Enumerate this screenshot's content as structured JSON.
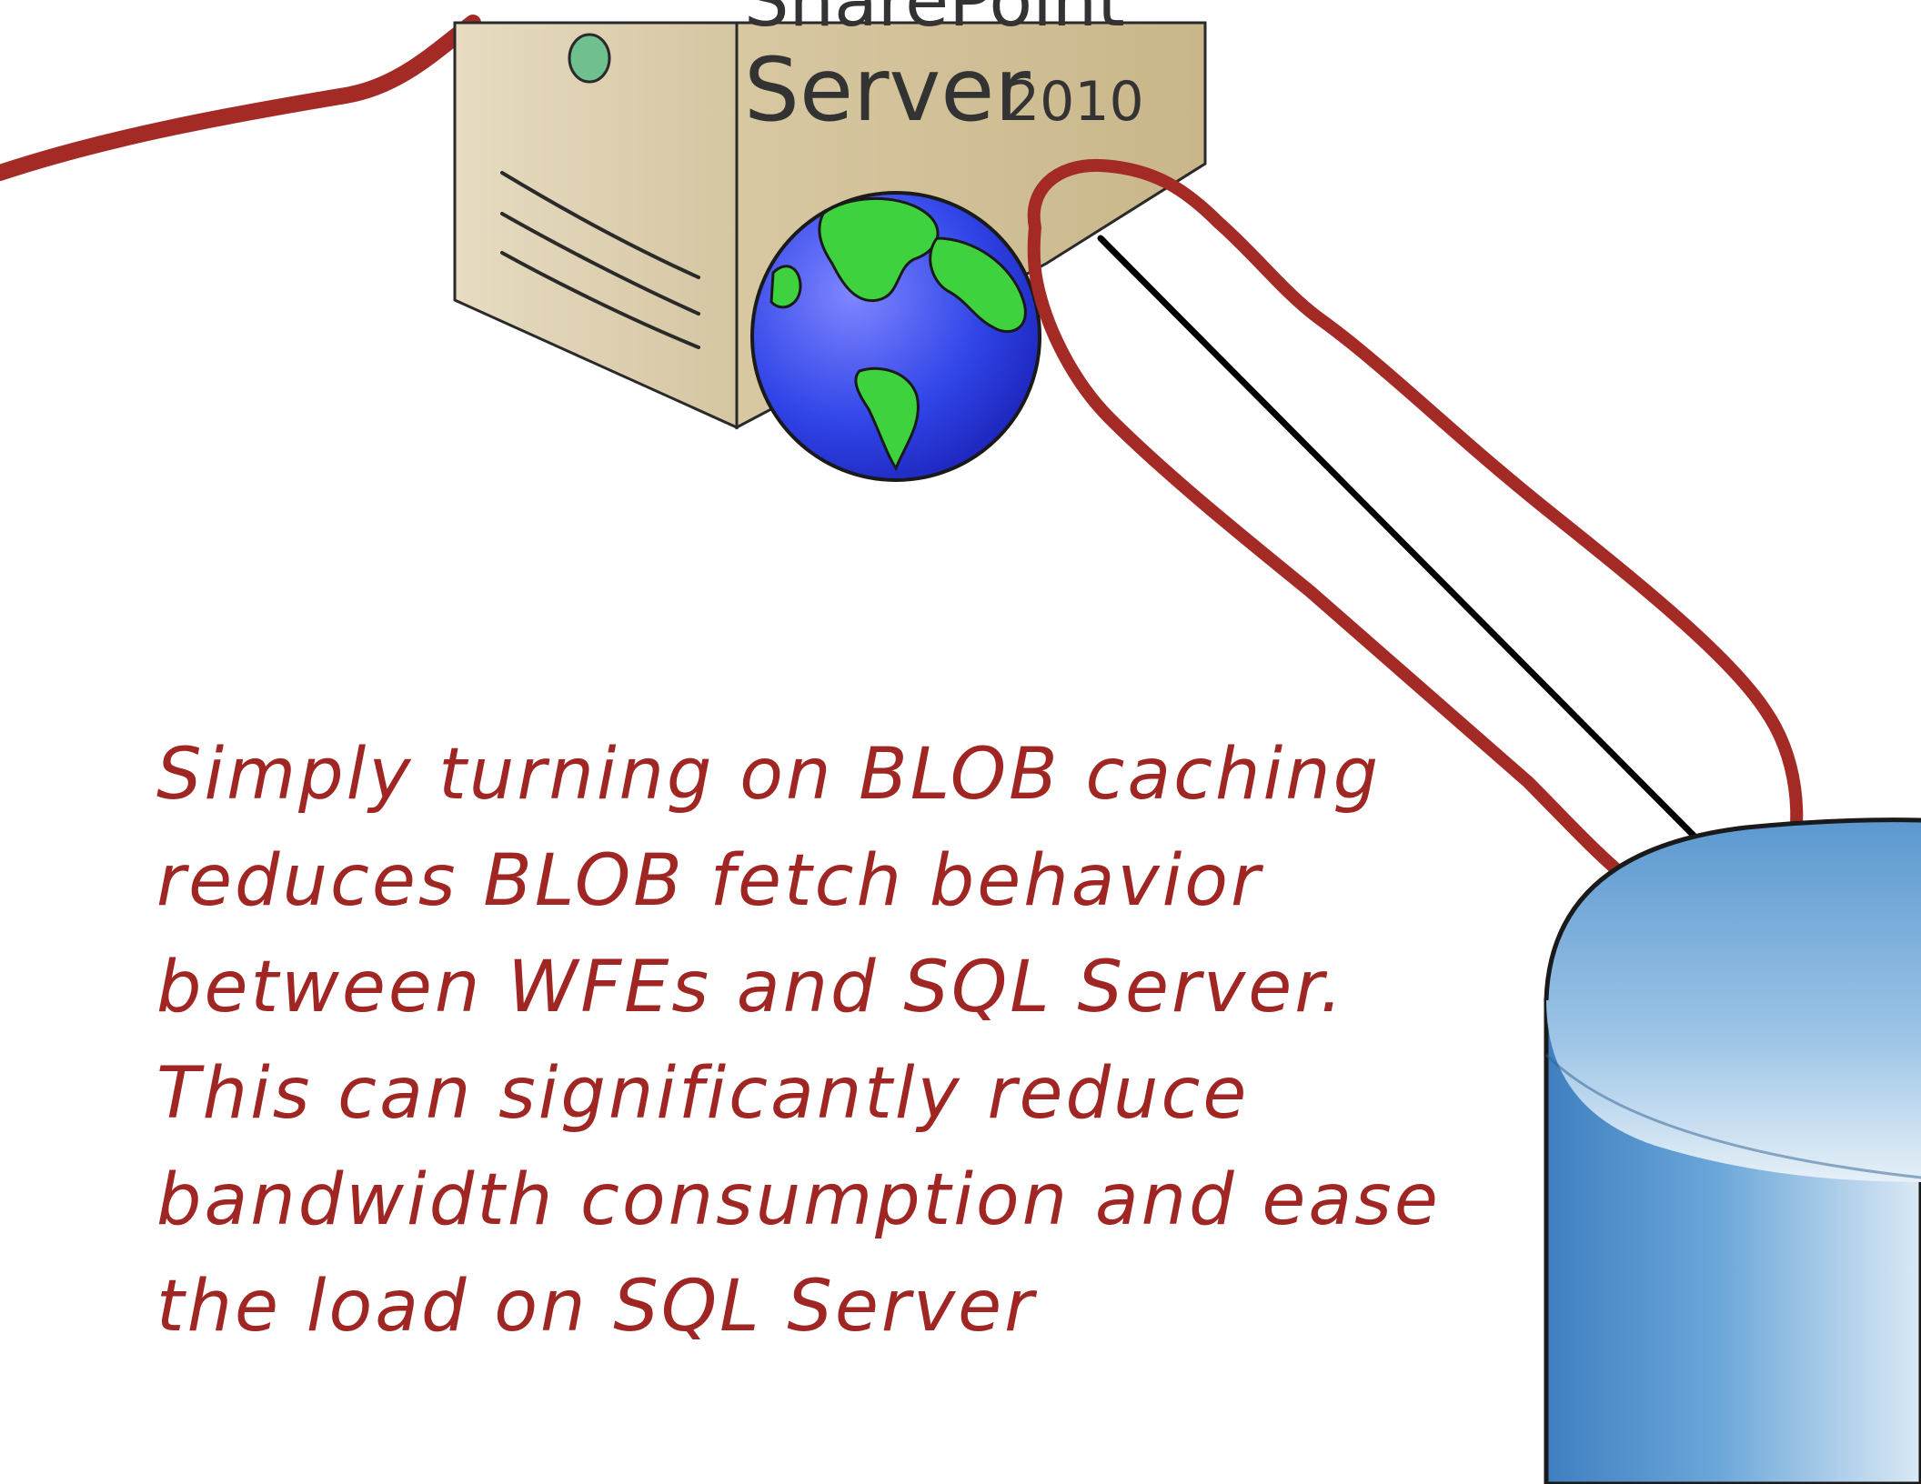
{
  "server": {
    "brand_top": "SharePoint",
    "product": "Server",
    "version": "2010"
  },
  "annotation": {
    "lines": [
      "Simply turning on BLOB caching",
      "reduces BLOB fetch behavior",
      "between WFEs and SQL Server.",
      "This can significantly reduce",
      "bandwidth consumption and ease",
      "the load on SQL Server"
    ]
  },
  "colors": {
    "annotation_ink": "#9f2622",
    "server_body": "#d9c9a3",
    "database_blue": "#4f8fc8"
  },
  "icons": {
    "server": "server-tower-icon",
    "globe": "globe-icon",
    "database": "database-cylinder-icon"
  }
}
